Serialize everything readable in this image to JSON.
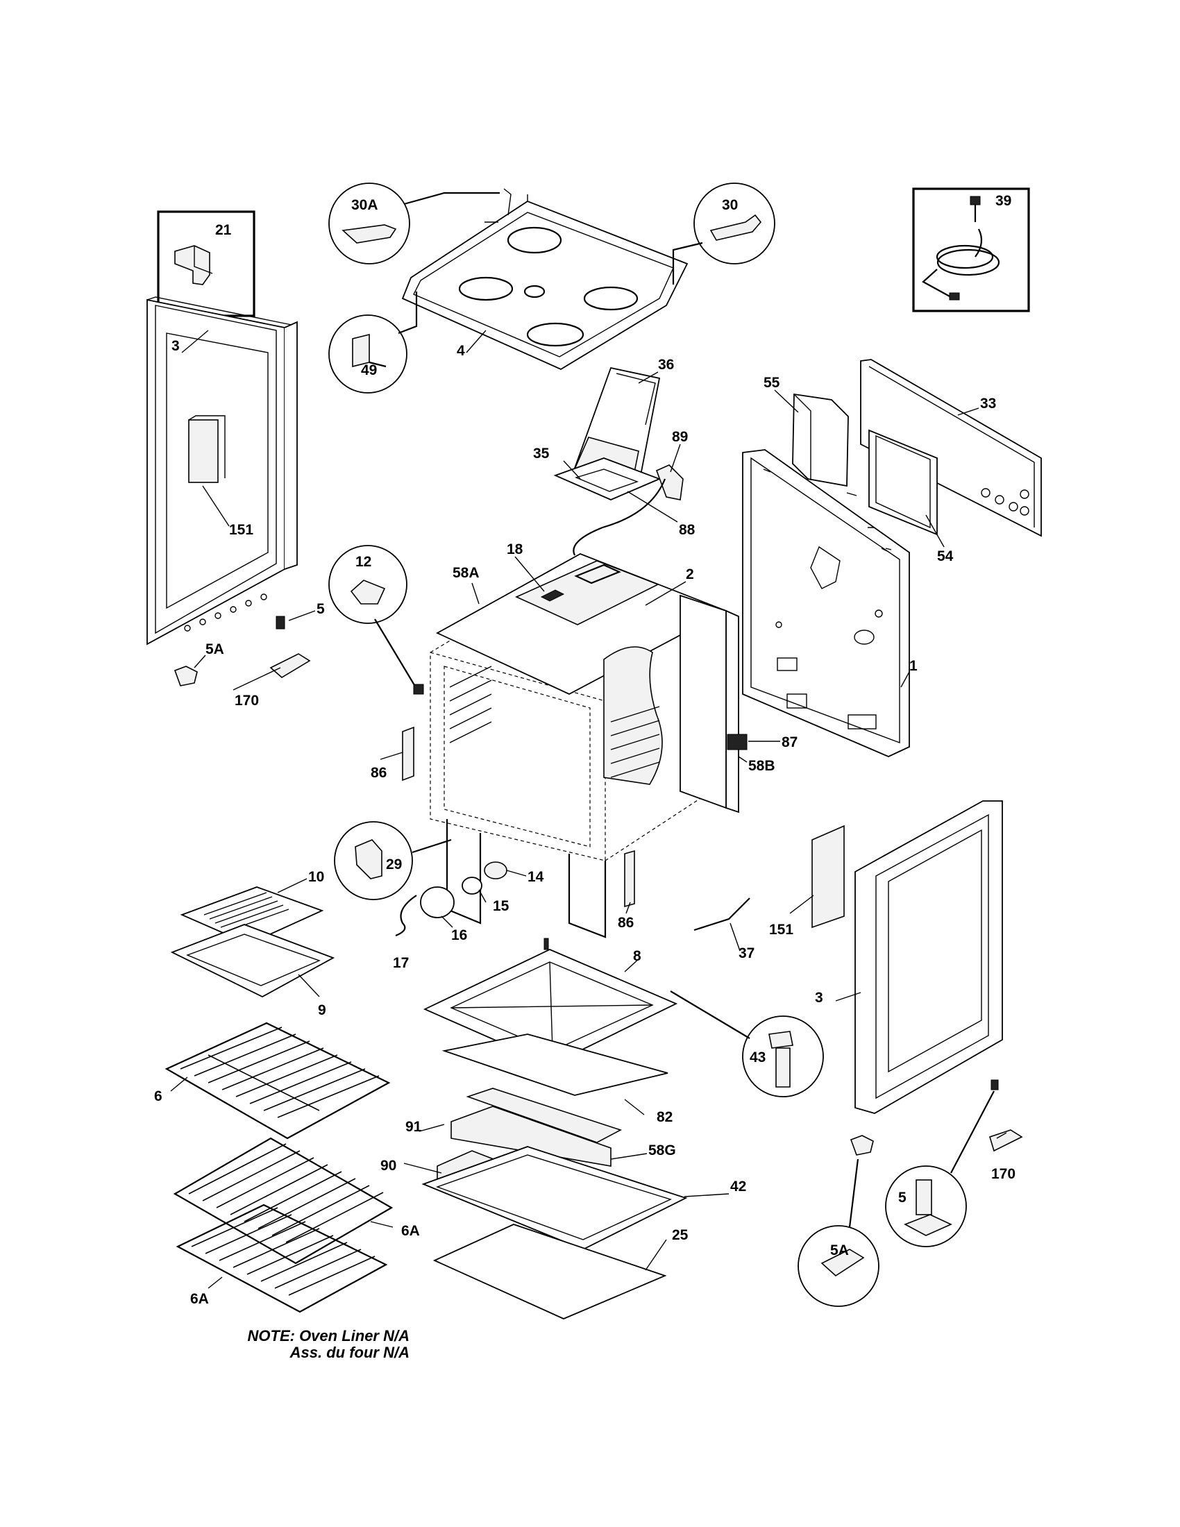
{
  "labels": {
    "p3_left": "3",
    "p151_left": "151",
    "p21": "21",
    "p30A": "30A",
    "p49": "49",
    "p4": "4",
    "p30": "30",
    "p39": "39",
    "p36": "36",
    "p55": "55",
    "p33": "33",
    "p35": "35",
    "p89": "89",
    "p88": "88",
    "p54": "54",
    "p12": "12",
    "p18": "18",
    "p58A": "58A",
    "p2": "2",
    "p5_left": "5",
    "p5A_left": "5A",
    "p170_left": "170",
    "p1": "1",
    "p87": "87",
    "p86_left": "86",
    "p58B": "58B",
    "p29": "29",
    "p14": "14",
    "p10": "10",
    "p15": "15",
    "p16": "16",
    "p17": "17",
    "p86_right": "86",
    "p151_right": "151",
    "p37": "37",
    "p9": "9",
    "p8": "8",
    "p3_right": "3",
    "p43": "43",
    "p6": "6",
    "p91": "91",
    "p82": "82",
    "p58G": "58G",
    "p90": "90",
    "p42": "42",
    "p170_right": "170",
    "p5_right": "5",
    "p6A_top": "6A",
    "p25": "25",
    "p5A_right": "5A",
    "p6A_bottom": "6A"
  },
  "note": {
    "line1": "NOTE: Oven Liner N/A",
    "line2": "Ass. du four N/A"
  }
}
